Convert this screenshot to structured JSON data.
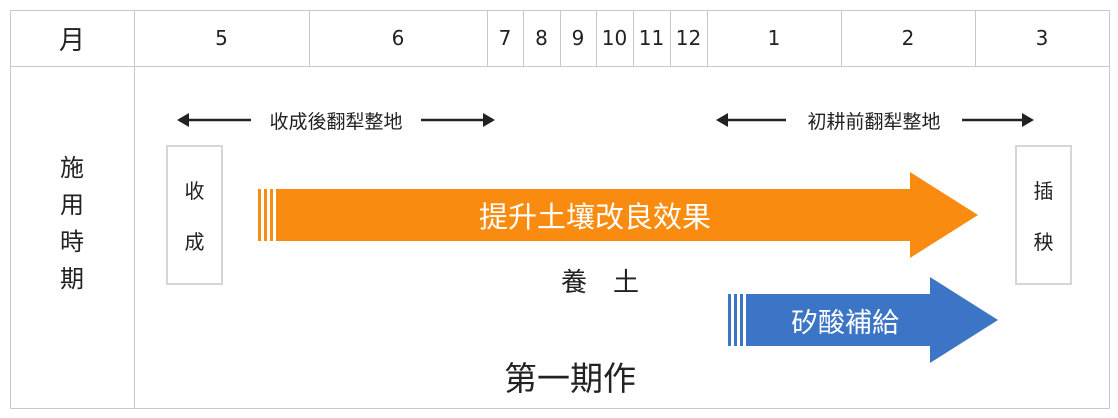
{
  "header": {
    "month_label": "月",
    "months": [
      "5",
      "6",
      "7",
      "8",
      "9",
      "10",
      "11",
      "12",
      "1",
      "2",
      "3"
    ]
  },
  "row": {
    "label_chars": [
      "施",
      "用",
      "時",
      "期"
    ]
  },
  "ranges": {
    "left": "收成後翻犁整地",
    "right": "初耕前翻犁整地"
  },
  "boxes": {
    "left": [
      "收",
      "成"
    ],
    "right": [
      "插",
      "秧"
    ]
  },
  "arrows": {
    "orange": {
      "label": "提升土壤改良效果",
      "color": "#f98c10"
    },
    "blue": {
      "label": "矽酸補給",
      "color": "#3c75c5"
    }
  },
  "texts": {
    "yangtu": "養　土",
    "period": "第一期作"
  }
}
